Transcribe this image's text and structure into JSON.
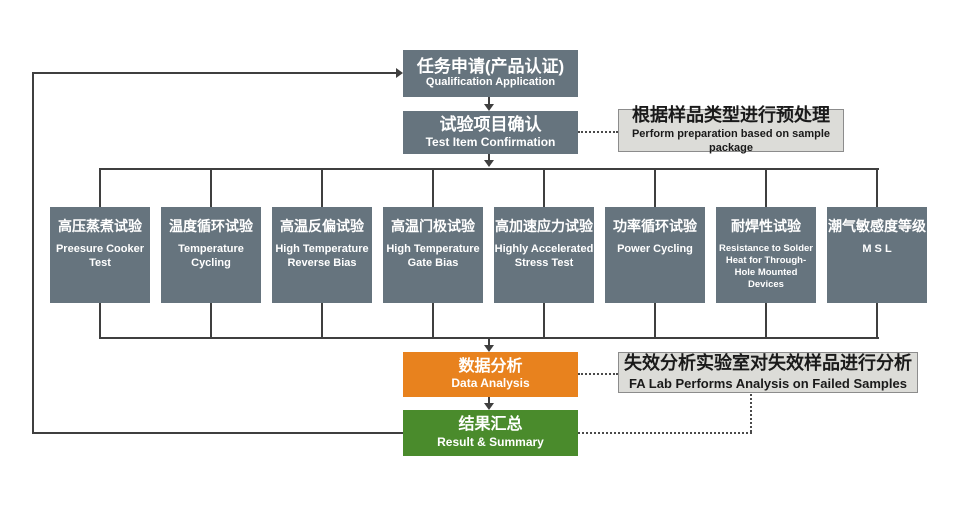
{
  "diagram": {
    "application": {
      "zh": "任务申请(产品认证)",
      "en": "Qualification Application"
    },
    "confirmation": {
      "zh": "试验项目确认",
      "en": "Test Item Confirmation"
    },
    "preparation_note": {
      "zh": "根据样品类型进行预处理",
      "en": "Perform preparation based on sample package"
    },
    "tests": [
      {
        "zh": "高压蒸煮试验",
        "en": "Preesure Cooker Test"
      },
      {
        "zh": "温度循环试验",
        "en": "Temperature Cycling"
      },
      {
        "zh": "高温反偏试验",
        "en": "High Temperature Reverse Bias"
      },
      {
        "zh": "高温门极试验",
        "en": "High Temperature Gate Bias"
      },
      {
        "zh": "高加速应力试验",
        "en": "Highly Accelerated Stress Test"
      },
      {
        "zh": "功率循环试验",
        "en": "Power Cycling"
      },
      {
        "zh": "耐焊性试验",
        "en": "Resistance to Solder Heat  for Through-Hole Mounted Devices"
      },
      {
        "zh": "潮气敏感度等级",
        "en": "M S L"
      }
    ],
    "data_analysis": {
      "zh": "数据分析",
      "en": "Data Analysis"
    },
    "fa_note": {
      "zh": "失效分析实验室对失效样品进行分析",
      "en": "FA Lab Performs Analysis on Failed Samples"
    },
    "result_summary": {
      "zh": "结果汇总",
      "en": "Result & Summary"
    },
    "colors": {
      "process_box": "#66747E",
      "analysis_box": "#E8821E",
      "result_box": "#4A8B2C",
      "note_box": "#DCDCD8",
      "connector": "#3F3F3F"
    }
  }
}
